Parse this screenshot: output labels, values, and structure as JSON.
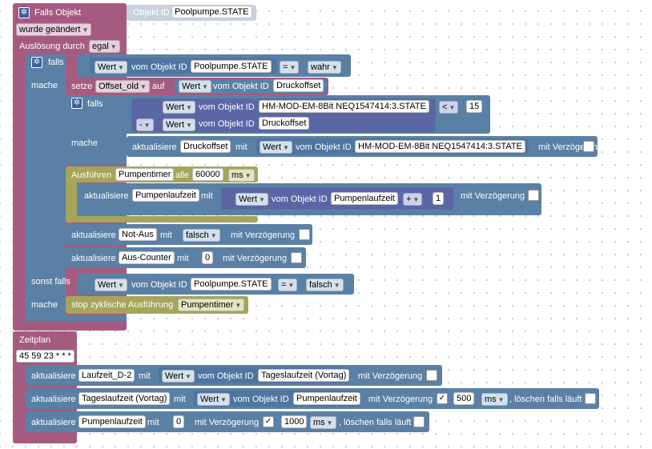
{
  "trigger": {
    "title": "Falls Objekt",
    "obj_id_label": "Objekt ID",
    "obj_id_value": "Poolpumpe.STATE",
    "changed_option": "wurde geändert",
    "ausloesung_label": "Auslösung durch",
    "ausloesung_value": "egal"
  },
  "if1": {
    "falls_label": "falls",
    "mache_label": "mache",
    "sonst_falls_label": "sonst falls",
    "mache2_label": "mache",
    "wert": "Wert",
    "vom_objekt_id": "vom Objekt ID",
    "obj": "Poolpumpe.STATE",
    "op": "=",
    "val": "wahr",
    "sonst_wert": "Wert",
    "sonst_vom": "vom Objekt ID",
    "sonst_obj": "Poolpumpe.STATE",
    "sonst_op": "=",
    "sonst_val": "falsch"
  },
  "setze": {
    "label": "setze",
    "var": "Offset_old",
    "auf": "auf",
    "wert": "Wert",
    "vom": "vom Objekt ID",
    "obj": "Druckoffset"
  },
  "if2": {
    "falls_label": "falls",
    "mache_label": "mache",
    "wert1": "Wert",
    "vom1": "vom Objekt ID",
    "obj1": "HM-MOD-EM-8Bit NEQ1547414:3.STATE",
    "op1": "<",
    "num1": "15",
    "minus": "-",
    "wert2": "Wert",
    "vom2": "vom Objekt ID",
    "obj2": "Druckoffset"
  },
  "aktualisiere_druck": {
    "label": "aktualisiere",
    "target": "Druckoffset",
    "mit": "mit",
    "wert": "Wert",
    "vom": "vom Objekt ID",
    "obj": "HM-MOD-EM-8Bit NEQ1547414:3.STATE",
    "delay": "mit Verzögerung"
  },
  "timer": {
    "label": "Ausführen",
    "name": "Pumpentimer",
    "alle": "alle",
    "interval": "60000",
    "unit": "ms",
    "akt_label": "aktualisiere",
    "akt_target": "Pumpenlaufzeit",
    "mit": "mit",
    "wert": "Wert",
    "vom": "vom Objekt ID",
    "obj": "Pumpenlaufzeit",
    "op": "+",
    "num": "1",
    "delay": "mit Verzögerung"
  },
  "notaus": {
    "label": "aktualisiere",
    "target": "Not-Aus",
    "mit": "mit",
    "val": "falsch",
    "delay": "mit Verzögerung"
  },
  "auscounter": {
    "label": "aktualisiere",
    "target": "Aus-Counter",
    "mit": "mit",
    "val": "0",
    "delay": "mit Verzögerung"
  },
  "stop": {
    "label": "stop zyklische Ausführung",
    "name": "Pumpentimer"
  },
  "zeitplan": {
    "label": "Zeitplan",
    "cron": "45 59 23 * * *",
    "r1_label": "aktualisiere",
    "r1_target": "Laufzeit_D-2",
    "r1_mit": "mit",
    "r1_wert": "Wert",
    "r1_vom": "vom Objekt ID",
    "r1_obj": "Tageslaufzeit (Vortag)",
    "r1_delay": "mit Verzögerung",
    "r2_label": "aktualisiere",
    "r2_target": "Tageslaufzeit (Vortag)",
    "r2_mit": "mit",
    "r2_wert": "Wert",
    "r2_vom": "vom Objekt ID",
    "r2_obj": "Pumpenlaufzeit",
    "r2_delay": "mit Verzögerung",
    "r2_check": "✓",
    "r2_ms": "500",
    "r2_unit": "ms",
    "r2_clear": ", löschen falls läuft",
    "r3_label": "aktualisiere",
    "r3_target": "Pumpenlaufzeit",
    "r3_mit": "mit",
    "r3_val": "0",
    "r3_delay": "mit Verzögerung",
    "r3_check": "✓",
    "r3_ms": "1000",
    "r3_unit": "ms",
    "r3_clear": ", löschen falls läuft"
  },
  "colors": {
    "trigger": "#a55b80",
    "logic": "#5b80a5",
    "timer": "#a5a55b",
    "math": "#5b67a5"
  }
}
